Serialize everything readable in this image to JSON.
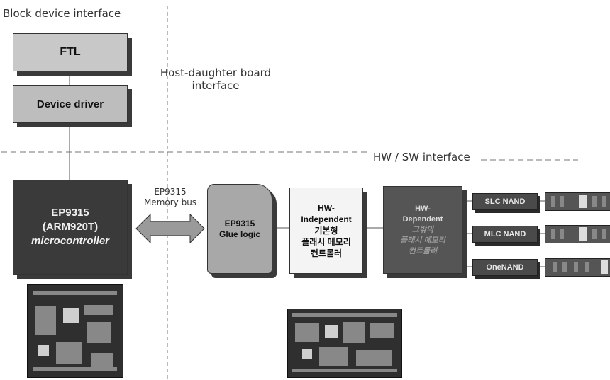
{
  "labels": {
    "block_device_interface": "Block device interface",
    "host_daughter_line1": "Host-daughter board",
    "host_daughter_line2": "interface",
    "hw_sw_interface": "HW / SW interface",
    "memory_bus_line1": "EP9315",
    "memory_bus_line2": "Memory bus"
  },
  "boxes": {
    "ftl": "FTL",
    "device_driver": "Device driver",
    "mcu": {
      "line1": "EP9315",
      "line2": "(ARM920T)",
      "line3": "microcontroller"
    },
    "glue": {
      "line1": "EP9315",
      "line2": "Glue logic"
    },
    "hw_independent": {
      "line1": "HW-",
      "line2": "Independent",
      "line3": "기본형",
      "line4": "플래시 메모리",
      "line5": "컨트롤러"
    },
    "hw_dependent": {
      "line1": "HW-",
      "line2": "Dependent",
      "line3": "그밖의",
      "line4": "플래시 메모리",
      "line5": "컨트롤러"
    }
  },
  "nand_types": [
    "SLC NAND",
    "MLC NAND",
    "OneNAND"
  ],
  "colors": {
    "dark_box": "#3a3a3a",
    "light_box": "#c8c8c8",
    "arrow": "#9a9a9a",
    "lines": "#555555"
  }
}
